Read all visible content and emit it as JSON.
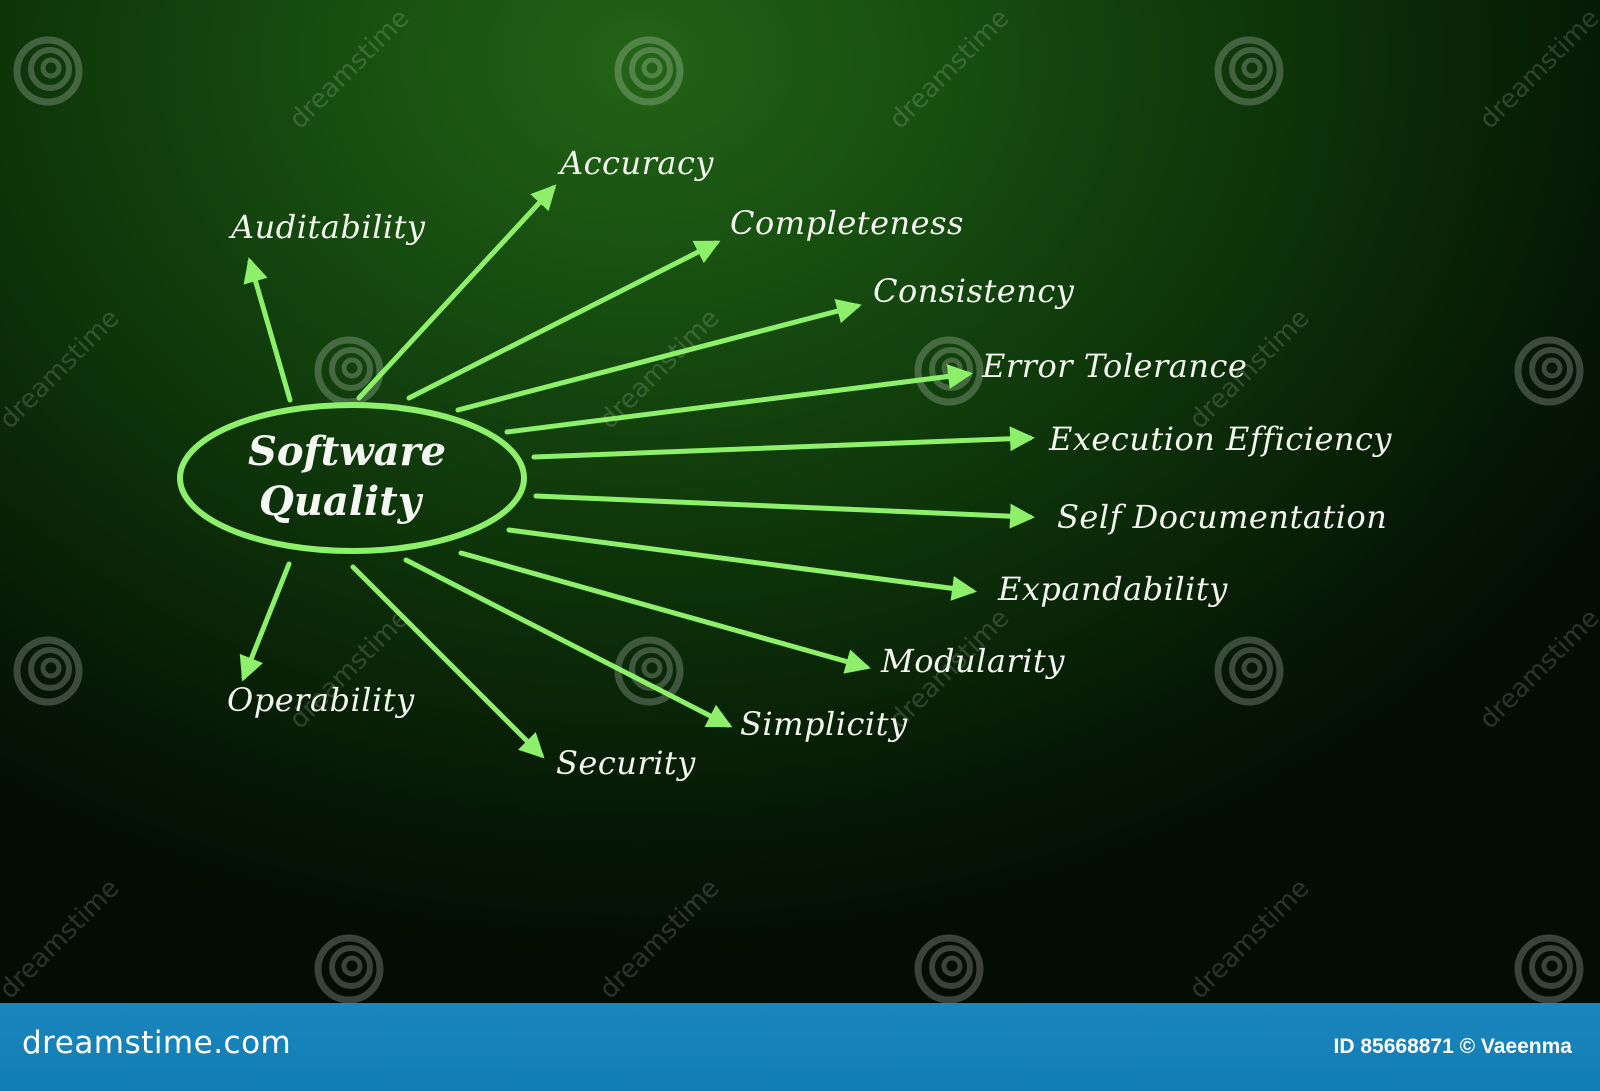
{
  "diagram": {
    "center": "Software Quality",
    "center_lines": [
      "Software",
      "Quality"
    ],
    "branches": [
      {
        "label": "Accuracy"
      },
      {
        "label": "Auditability"
      },
      {
        "label": "Completeness"
      },
      {
        "label": "Consistency"
      },
      {
        "label": "Error Tolerance"
      },
      {
        "label": "Execution Efficiency"
      },
      {
        "label": "Self Documentation"
      },
      {
        "label": "Expandability"
      },
      {
        "label": "Modularity"
      },
      {
        "label": "Simplicity"
      },
      {
        "label": "Security"
      },
      {
        "label": "Operability"
      }
    ]
  },
  "watermark": {
    "text": "dreamstime",
    "icon": "dreamstime-spiral-icon"
  },
  "footer": {
    "site": "dreamstime.com",
    "credit": "ID 85668871 © Vaeenma"
  },
  "colors": {
    "arrow": "#8ef06a",
    "background": "#174d10",
    "footer": "#1582ba",
    "text": "#f2f6ee"
  }
}
